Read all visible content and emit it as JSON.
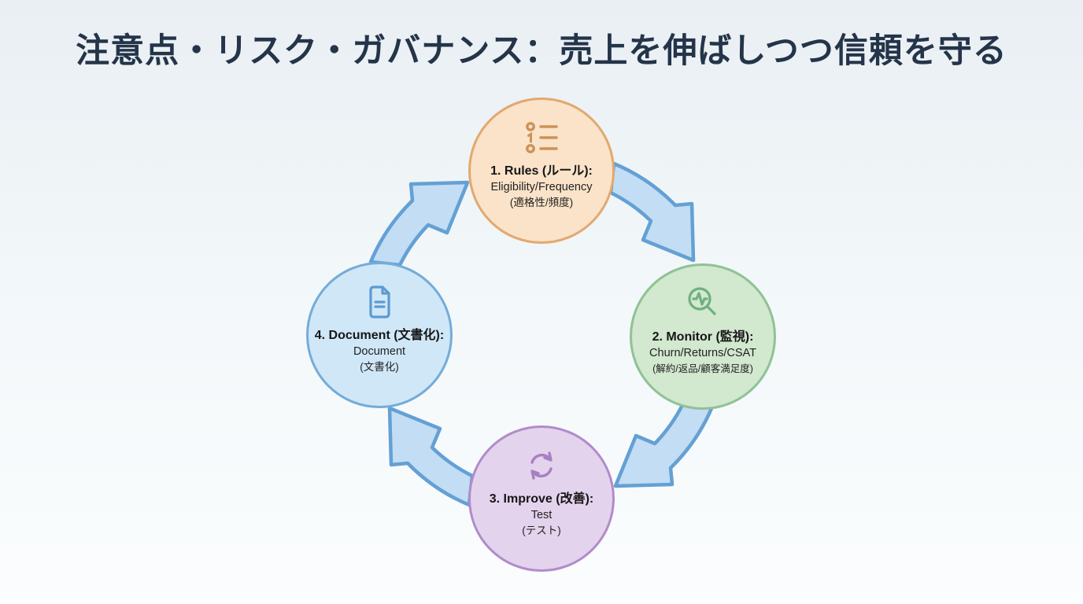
{
  "title": "注意点・リスク・ガバナンス：売上を伸ばしつつ信頼を守る",
  "cycle": {
    "type": "circular-process",
    "direction": "clockwise",
    "arrow_fill_color": "#c2ddf4",
    "arrow_border_color": "#64a0d4",
    "steps": [
      {
        "id": "rules",
        "label": "1. Rules (ルール):",
        "line2": "Eligibility/Frequency",
        "line3": "(適格性/頻度)",
        "icon": "ordered-list-icon",
        "fill_color": "#fae3c8",
        "border_color": "#e2a96f",
        "icon_color": "#cd9257"
      },
      {
        "id": "monitor",
        "label": "2. Monitor (監視):",
        "line2": "Churn/Returns/CSAT",
        "line3": "(解約/返品/顧客満足度)",
        "icon": "magnifier-pulse-icon",
        "fill_color": "#d2e8cf",
        "border_color": "#8fc295",
        "icon_color": "#6fb080"
      },
      {
        "id": "improve",
        "label": "3. Improve (改善):",
        "line2": "Test",
        "line3": "(テスト)",
        "icon": "refresh-cycle-icon",
        "fill_color": "#e4d3ed",
        "border_color": "#b18cc9",
        "icon_color": "#a87fc2"
      },
      {
        "id": "document",
        "label": "4. Document (文書化):",
        "line2": "Document",
        "line3": "(文書化)",
        "icon": "document-icon",
        "fill_color": "#d0e7f8",
        "border_color": "#74acd8",
        "icon_color": "#5c9bd1"
      }
    ]
  }
}
